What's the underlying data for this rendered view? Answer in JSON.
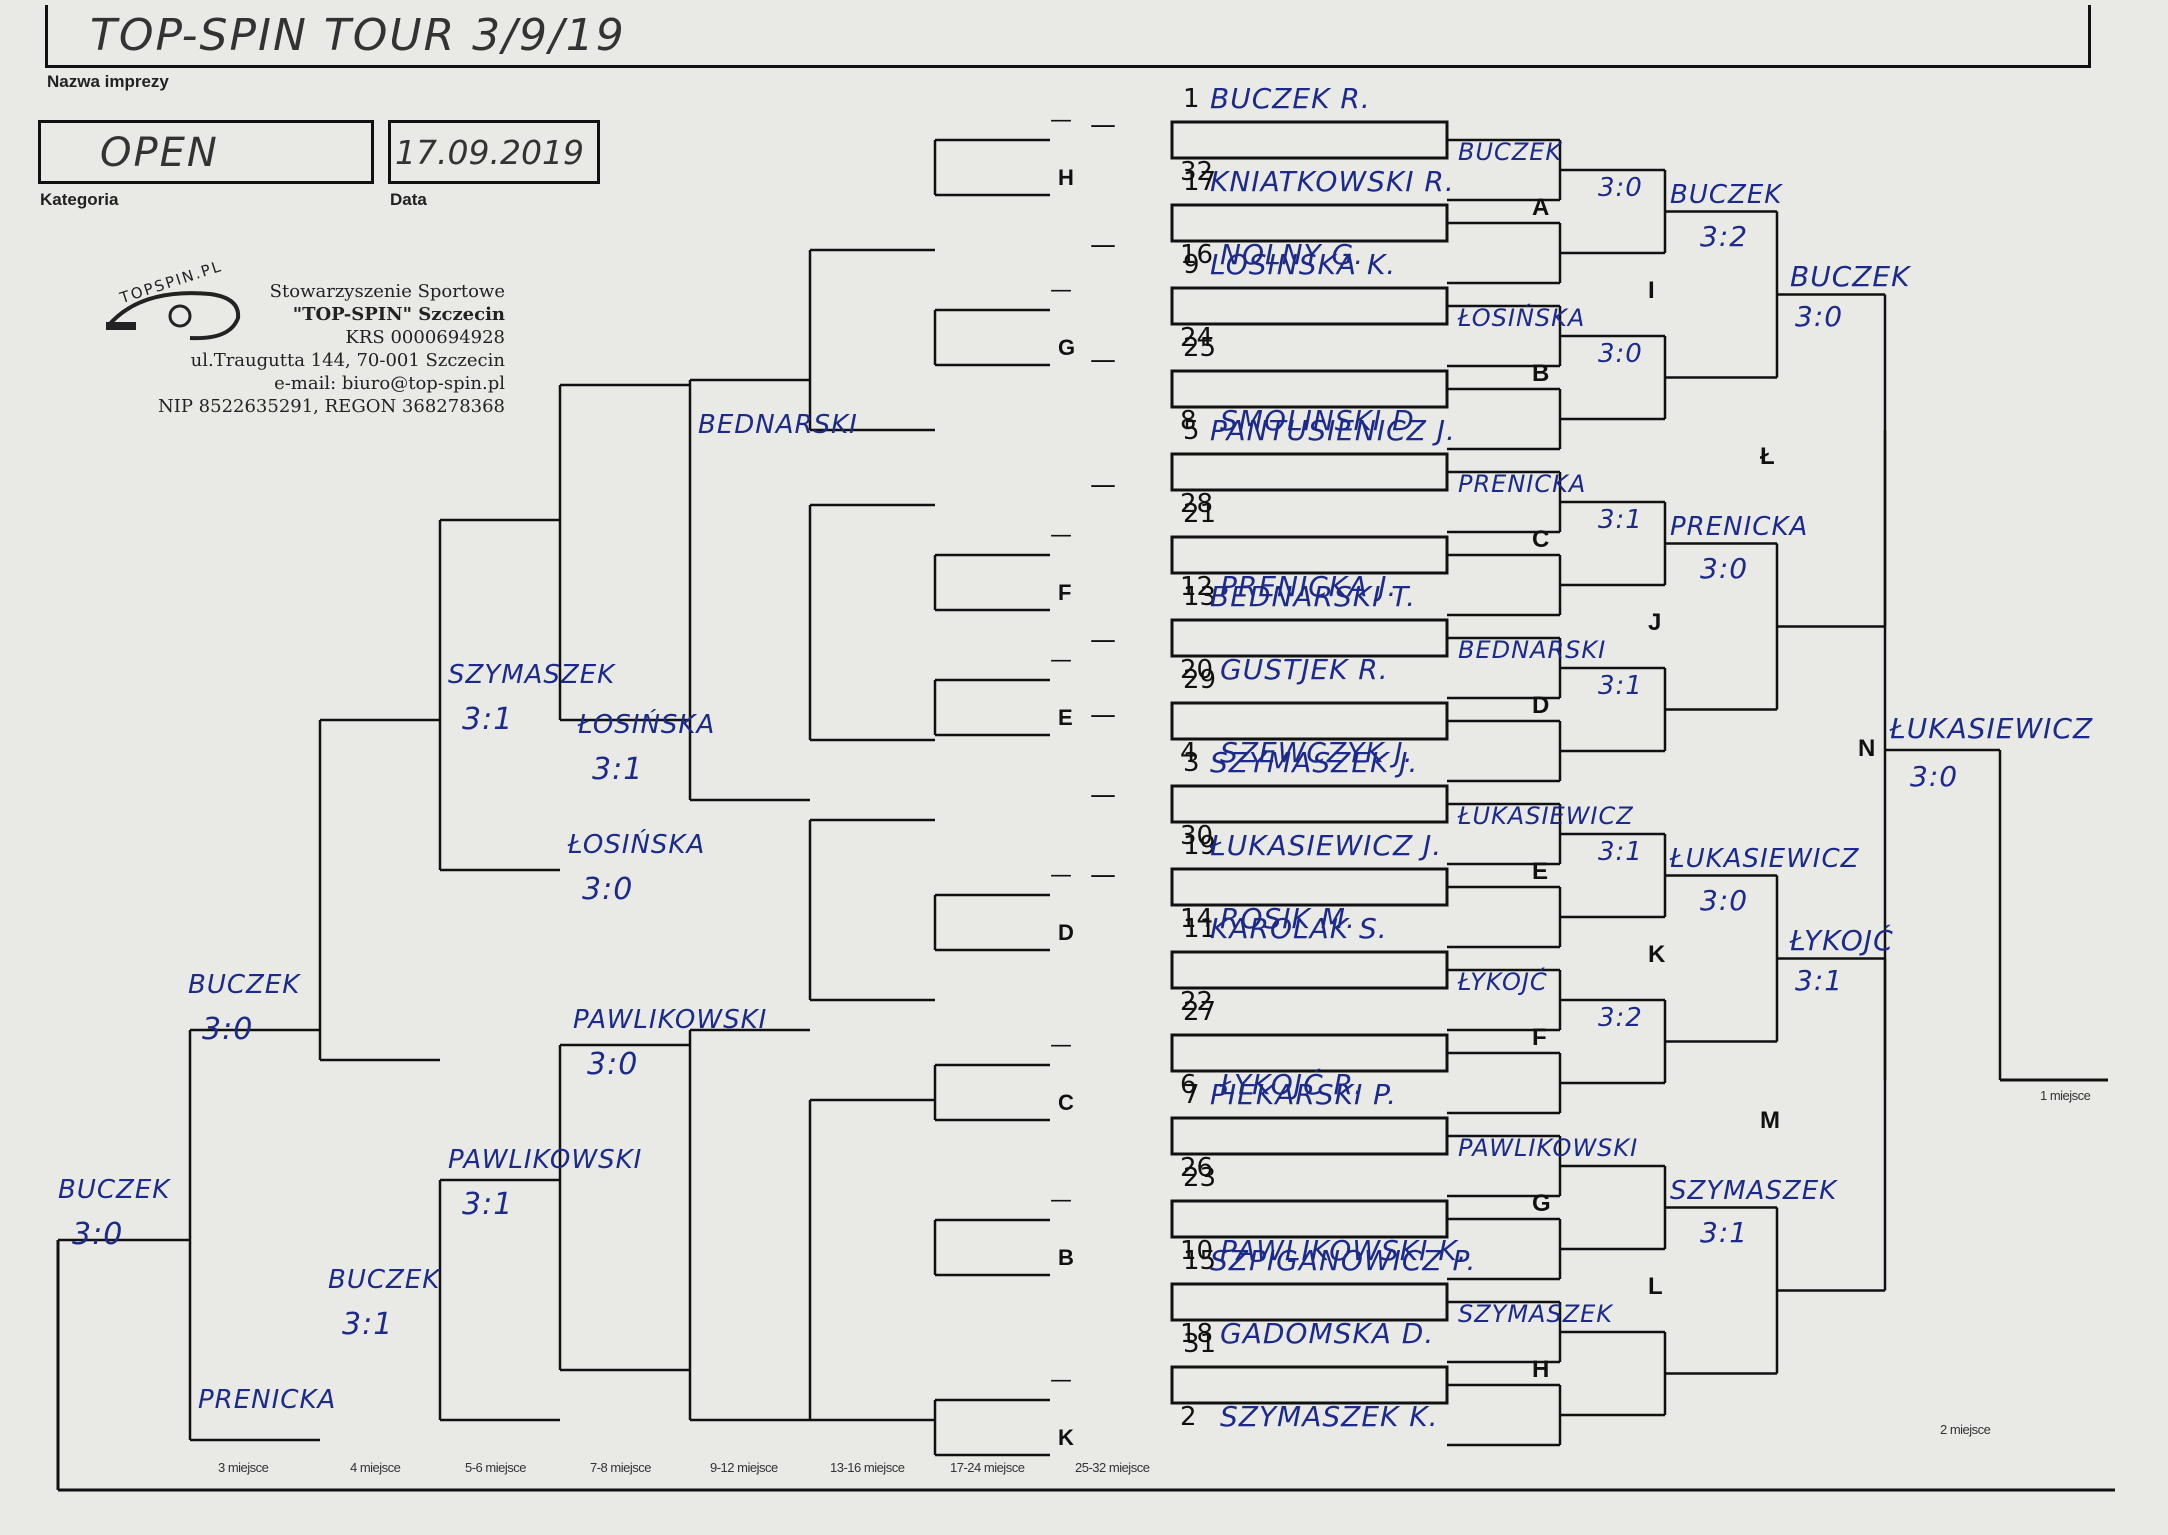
{
  "header": {
    "event_name": "TOP-SPIN TOUR 3/9/19",
    "event_label": "Nazwa imprezy",
    "category": "OPEN",
    "category_label": "Kategoria",
    "date": "17.09.2019",
    "date_label": "Data"
  },
  "organization": {
    "logo_text": "TOPSPIN.PL",
    "lines": [
      "Stowarzyszenie Sportowe",
      "\"TOP-SPIN\" Szczecin",
      "KRS 0000694928",
      "ul.Traugutta 144, 70-001 Szczecin",
      "e-mail: biuro@top-spin.pl",
      "NIP 8522635291, REGON 368278368"
    ]
  },
  "seeds": [
    {
      "n": "1",
      "name": "BUCZEK R."
    },
    {
      "n": "32",
      "name": ""
    },
    {
      "n": "17",
      "name": "KNIATKOWSKI R."
    },
    {
      "n": "16",
      "name": "NOLNY G."
    },
    {
      "n": "9",
      "name": "LOSINSKA K."
    },
    {
      "n": "24",
      "name": ""
    },
    {
      "n": "25",
      "name": ""
    },
    {
      "n": "8",
      "name": "SMOLINSKI D."
    },
    {
      "n": "5",
      "name": "PANTUSIENICZ J."
    },
    {
      "n": "28",
      "name": ""
    },
    {
      "n": "21",
      "name": ""
    },
    {
      "n": "12",
      "name": "PRENICKA J."
    },
    {
      "n": "13",
      "name": "BEDNARSKI T."
    },
    {
      "n": "20",
      "name": "GUSTJEK R."
    },
    {
      "n": "29",
      "name": ""
    },
    {
      "n": "4",
      "name": "SZEWCZYK J."
    },
    {
      "n": "3",
      "name": "SZYMASZEK J."
    },
    {
      "n": "30",
      "name": ""
    },
    {
      "n": "19",
      "name": "ŁUKASIEWICZ J."
    },
    {
      "n": "14",
      "name": "ROSIK M."
    },
    {
      "n": "11",
      "name": "KAROLAK S."
    },
    {
      "n": "22",
      "name": ""
    },
    {
      "n": "27",
      "name": ""
    },
    {
      "n": "6",
      "name": "ŁYKOJĆ R."
    },
    {
      "n": "7",
      "name": "PIEKARSKI P."
    },
    {
      "n": "26",
      "name": ""
    },
    {
      "n": "23",
      "name": ""
    },
    {
      "n": "10",
      "name": "PAWLIKOWSKI K."
    },
    {
      "n": "15",
      "name": "SZPIGANOWICZ P."
    },
    {
      "n": "18",
      "name": "GADOMSKA D."
    },
    {
      "n": "31",
      "name": ""
    },
    {
      "n": "2",
      "name": "SZYMASZEK K."
    }
  ],
  "winners_round2": [
    {
      "match": "A",
      "name": "BUCZEK",
      "score": "3:0"
    },
    {
      "match": "B",
      "name": "ŁOSIŃSKA",
      "score": "3:0"
    },
    {
      "match": "C",
      "name": "PRENICKA",
      "score": "3:1"
    },
    {
      "match": "D",
      "name": "BEDNARSKI",
      "score": "3:1"
    },
    {
      "match": "E",
      "name": "ŁUKASIEWICZ",
      "score": "3:1"
    },
    {
      "match": "F",
      "name": "ŁYKOJĆ",
      "score": "3:2"
    },
    {
      "match": "G",
      "name": "PAWLIKOWSKI",
      "score": ""
    },
    {
      "match": "H",
      "name": "SZYMASZEK",
      "score": ""
    }
  ],
  "winners_qf": [
    {
      "match": "I",
      "name": "BUCZEK",
      "score": "3:2"
    },
    {
      "match": "J",
      "name": "PRENICKA",
      "score": "3:0"
    },
    {
      "match": "K",
      "name": "ŁUKASIEWICZ",
      "score": "3:0"
    },
    {
      "match": "L",
      "name": "SZYMASZEK",
      "score": "3:1"
    }
  ],
  "winners_sf": [
    {
      "match": "Ł",
      "name": "BUCZEK",
      "score": "3:0"
    },
    {
      "match": "M",
      "name": "ŁYKOJĆ",
      "score": "3:1"
    }
  ],
  "final": {
    "match": "N",
    "name": "ŁUKASIEWICZ",
    "score": "3:0",
    "place1": "1 miejsce",
    "place2": "2 miejsce"
  },
  "loser_matches": [
    "H",
    "G",
    "F",
    "E",
    "D",
    "C",
    "B",
    "K"
  ],
  "places": [
    "3 miejsce",
    "4 miejsce",
    "5-6 miejsce",
    "7-8 miejsce",
    "9-12 miejsce",
    "13-16 miejsce",
    "17-24 miejsce",
    "25-32 miejsce"
  ],
  "consolation": [
    {
      "name": "BEDNARSKI",
      "score": ""
    },
    {
      "name": "ŁOSIŃSKA",
      "score": "3:0"
    },
    {
      "name": "SZYMASZEK",
      "score": "3:1"
    },
    {
      "name": "ŁOSIŃSKA",
      "score": "3:1"
    },
    {
      "name": "BUCZEK",
      "score": "3:1"
    },
    {
      "name": "PAWLIKOWSKI",
      "score": "3:0"
    },
    {
      "name": "PAWLIKOWSKI",
      "score": "3:1"
    },
    {
      "name": "BUCZEK",
      "score": "3:0"
    },
    {
      "name": "PRENICKA",
      "score": ""
    },
    {
      "name": "BUCZEK",
      "score": "3:0"
    }
  ]
}
